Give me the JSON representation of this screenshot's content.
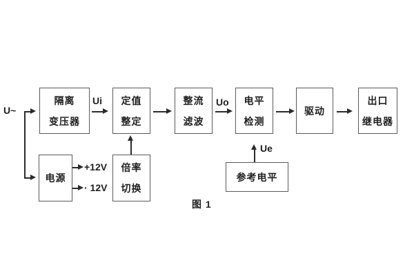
{
  "figure": {
    "caption": "图 1",
    "input_label": "U~",
    "labels": {
      "ui": "Ui",
      "uo": "Uo",
      "ue": "Ue",
      "v_pos": "+12V",
      "v_neg": "· 12V"
    },
    "blocks": {
      "isolation_transformer": {
        "line1": "隔离",
        "line2": "变压器"
      },
      "setpoint_setting": {
        "line1": "定值",
        "line2": "整定"
      },
      "rectifier_filter": {
        "line1": "整流",
        "line2": "滤波"
      },
      "level_detection": {
        "line1": "电平",
        "line2": "检测"
      },
      "driver": {
        "label": "驱动"
      },
      "output_relay": {
        "line1": "出口",
        "line2": "继电器"
      },
      "power_supply": {
        "label": "电源"
      },
      "ratio_switching": {
        "line1": "倍率",
        "line2": "切换"
      },
      "reference_level": {
        "label": "参考电平"
      }
    },
    "colors": {
      "line": "#2b2b2b",
      "border": "#595959",
      "text": "#1f1f1f",
      "background": "#ffffff"
    }
  }
}
